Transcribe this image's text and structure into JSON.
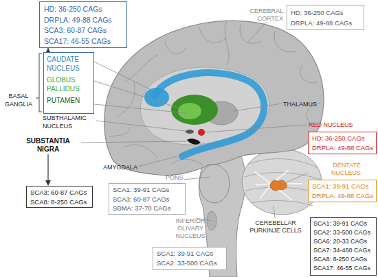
{
  "diagram": {
    "nodes": [
      {
        "text": [
          "HD: 36-250 CAGs",
          "DRPLA: 49-88 CAGs",
          "SCA3: 60-87 CAGs",
          "SCA17: 46-55 CAGs"
        ]
      },
      {
        "text": [
          "CAUDATE NUCLEUS",
          "GLOBUS PALLIDUS",
          "PUTAMEN"
        ]
      },
      {
        "text": [
          "CEREBRAL CORTEX",
          "HD: 36-250 CAGs",
          "DRPLA: 49-88 CAGs"
        ]
      },
      {
        "text": [
          "RED NUCLEUS",
          "HD: 36-250 CAGs",
          "DRPLA: 49-88 CAGs"
        ]
      },
      {
        "text": [
          "DENTATE NUCLEUS",
          "SCA1: 39-91 CAGs",
          "DRPLA: 49-88 CAGs"
        ]
      },
      {
        "text": [
          "SCA3: 60-87 CAGs",
          "SCA8: 8-250 CAGs"
        ]
      },
      {
        "text": [
          "PONS",
          "SCA1: 39-91 CAGs",
          "SCA3: 60-87 CAGs",
          "SBMA: 37-70 CAGs"
        ]
      },
      {
        "text": [
          "INFERIOR OLIVARY NUCLEUS",
          "SCA1: 39-91 CAGs",
          "SCA2: 33-500 CAGs"
        ]
      },
      {
        "text": [
          "CEREBELLAR PURKINJE CELLS",
          "SCA1: 39-91 CAGs",
          "SCA2: 33-500 CAGs",
          "SCA6: 20-33 CAGs",
          "SCA7: 34-460 CAGs",
          "SCA8: 8-250 CAGs",
          "SCA17: 46-55 CAGs"
        ]
      }
    ],
    "edges": [
      {
        "from": 1,
        "to": 0,
        "arrow": "to"
      }
    ],
    "labels": [
      "BASAL GANGLIA",
      "THALAMUS",
      "SUBTHALAMIC NUCLEUS",
      "SUBSTANTIA NIGRA",
      "AMYGDALA"
    ]
  }
}
